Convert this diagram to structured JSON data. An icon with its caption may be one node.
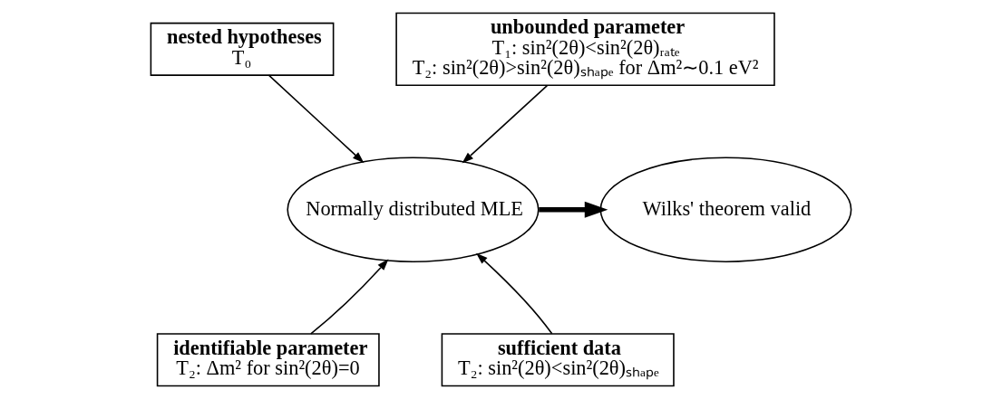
{
  "diagram": {
    "nodes": [
      {
        "text": [
          "nested hypotheses",
          "T₀"
        ]
      },
      {
        "text": [
          "unbounded parameter",
          "T₁: sin²(2θ)<sin²(2θ)ᵣₐₜₑ",
          "T₂: sin²(2θ)>sin²(2θ)ₛₕₐₚₑ for Δm²∼0.1 eV²"
        ]
      },
      {
        "text": [
          "Normally distributed MLE"
        ]
      },
      {
        "text": [
          "Wilks' theorem valid"
        ]
      },
      {
        "text": [
          "identifiable parameter",
          "T₂: Δm² for sin²(2θ)=0"
        ]
      },
      {
        "text": [
          "sufficient data",
          "T₂: sin²(2θ)<sin²(2θ)ₛₕₐₚₑ"
        ]
      }
    ],
    "edges": [
      {
        "from": 0,
        "to": 2,
        "arrow": "to"
      },
      {
        "from": 1,
        "to": 2,
        "arrow": "to"
      },
      {
        "from": 2,
        "to": 3,
        "arrow": "to",
        "style": "thick"
      },
      {
        "from": 4,
        "to": 2,
        "arrow": "to"
      },
      {
        "from": 5,
        "to": 2,
        "arrow": "to"
      }
    ]
  }
}
